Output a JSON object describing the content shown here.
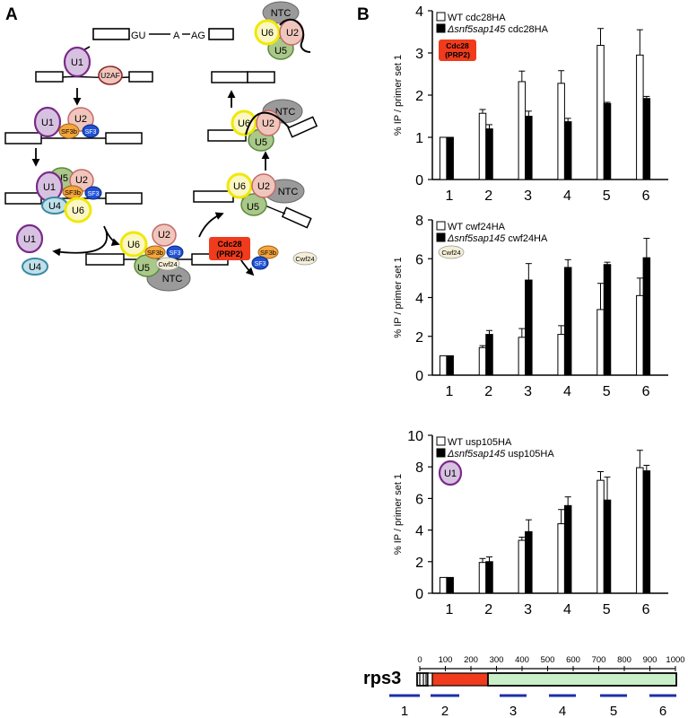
{
  "panel_a": {
    "label": "A",
    "intron": {
      "gu": "GU",
      "a": "A",
      "ag": "AG"
    },
    "snrnp": {
      "u1": "U1",
      "u2": "U2",
      "u4": "U4",
      "u5": "U5",
      "u6": "U6"
    },
    "factors": {
      "u2af": "U2AF",
      "sf3b": "SF3b",
      "sf3": "SF3",
      "ntc": "NTC",
      "cwf24": "Cwf24"
    },
    "cdc28": {
      "line1": "Cdc28",
      "line2": "(PRP2)"
    }
  },
  "panel_b": {
    "label": "B"
  },
  "colors": {
    "white_bar": "#ffffff",
    "black_bar": "#000000",
    "cdc28_badge": "#f03b1c",
    "exon2": "#c9efc9",
    "intron_red": "#f03b1c",
    "primer_line": "#1b2fa8"
  },
  "chart_data": [
    {
      "type": "bar",
      "ylabel": "% IP / primer set 1",
      "categories": [
        "1",
        "2",
        "3",
        "4",
        "5",
        "6"
      ],
      "ylim": [
        0,
        4
      ],
      "yticks": [
        "0",
        "1",
        "2",
        "3",
        "4"
      ],
      "legend_placement": "top-left",
      "series": [
        {
          "name": "WT cdc28HA",
          "values": [
            1.0,
            1.57,
            2.32,
            2.28,
            3.18,
            2.95
          ],
          "errors": [
            0,
            0.09,
            0.25,
            0.3,
            0.4,
            0.6
          ]
        },
        {
          "name_prefix": "Δsnf5sap145",
          "name_suffix": " cdc28HA",
          "values": [
            1.0,
            1.2,
            1.5,
            1.37,
            1.8,
            1.92
          ],
          "errors": [
            0,
            0.1,
            0.12,
            0.08,
            0.03,
            0.05
          ]
        }
      ],
      "badge": {
        "line1": "Cdc28",
        "line2": "(PRP2)"
      }
    },
    {
      "type": "bar",
      "ylabel": "% IP / primer set 1",
      "categories": [
        "1",
        "2",
        "3",
        "4",
        "5",
        "6"
      ],
      "ylim": [
        0,
        8
      ],
      "yticks": [
        "0",
        "2",
        "4",
        "6",
        "8"
      ],
      "legend_placement": "top-left",
      "series": [
        {
          "name": "WT cwf24HA",
          "values": [
            1.0,
            1.42,
            1.95,
            2.1,
            3.38,
            4.1
          ],
          "errors": [
            0,
            0.1,
            0.45,
            0.45,
            1.35,
            0.9
          ]
        },
        {
          "name_prefix": "Δsnf5sap145",
          "name_suffix": " cwf24HA",
          "values": [
            1.0,
            2.1,
            4.9,
            5.55,
            5.7,
            6.05
          ],
          "errors": [
            0,
            0.2,
            0.85,
            0.4,
            0.12,
            1.0
          ]
        }
      ],
      "badge": {
        "line1": "Cwf24"
      }
    },
    {
      "type": "bar",
      "ylabel": "% IP / primer set 1",
      "categories": [
        "1",
        "2",
        "3",
        "4",
        "5",
        "6"
      ],
      "ylim": [
        0,
        10
      ],
      "yticks": [
        "0",
        "2",
        "4",
        "6",
        "8",
        "10"
      ],
      "legend_placement": "top-left",
      "series": [
        {
          "name": "WT usp105HA",
          "values": [
            1.0,
            1.95,
            3.35,
            4.4,
            7.15,
            7.95
          ],
          "errors": [
            0,
            0.25,
            0.2,
            0.9,
            0.55,
            1.1
          ]
        },
        {
          "name_prefix": "Δsnf5sap145",
          "name_suffix": " usp105HA",
          "values": [
            1.0,
            2.0,
            3.9,
            5.55,
            5.9,
            7.75
          ],
          "errors": [
            0,
            0.3,
            0.75,
            0.55,
            1.45,
            0.35
          ]
        }
      ],
      "badge": {
        "line1": "U1"
      }
    }
  ],
  "gene_map": {
    "name": "rps3",
    "scale_ticks": [
      "0",
      "100",
      "200",
      "300",
      "400",
      "500",
      "600",
      "700",
      "800",
      "900",
      "1000"
    ],
    "primer_sets": [
      "1",
      "2",
      "3",
      "4",
      "5",
      "6"
    ]
  }
}
